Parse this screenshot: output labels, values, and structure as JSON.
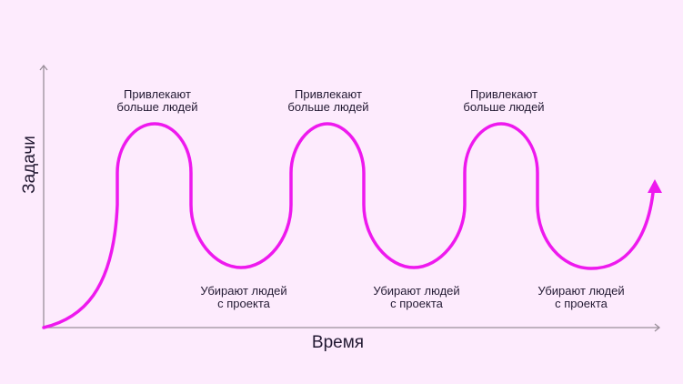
{
  "diagram": {
    "x_axis_label": "Время",
    "y_axis_label": "Задачи",
    "curve_color": "#ee19ee",
    "axis_color": "#9a8f9a",
    "peaks": [
      {
        "label_line1": "Привлекают",
        "label_line2": "больше людей"
      },
      {
        "label_line1": "Привлекают",
        "label_line2": "больше людей"
      },
      {
        "label_line1": "Привлекают",
        "label_line2": "больше людей"
      }
    ],
    "troughs": [
      {
        "label_line1": "Убирают людей",
        "label_line2": "с проекта"
      },
      {
        "label_line1": "Убирают людей",
        "label_line2": "с проекта"
      },
      {
        "label_line1": "Убирают людей",
        "label_line2": "с проекта"
      }
    ]
  }
}
